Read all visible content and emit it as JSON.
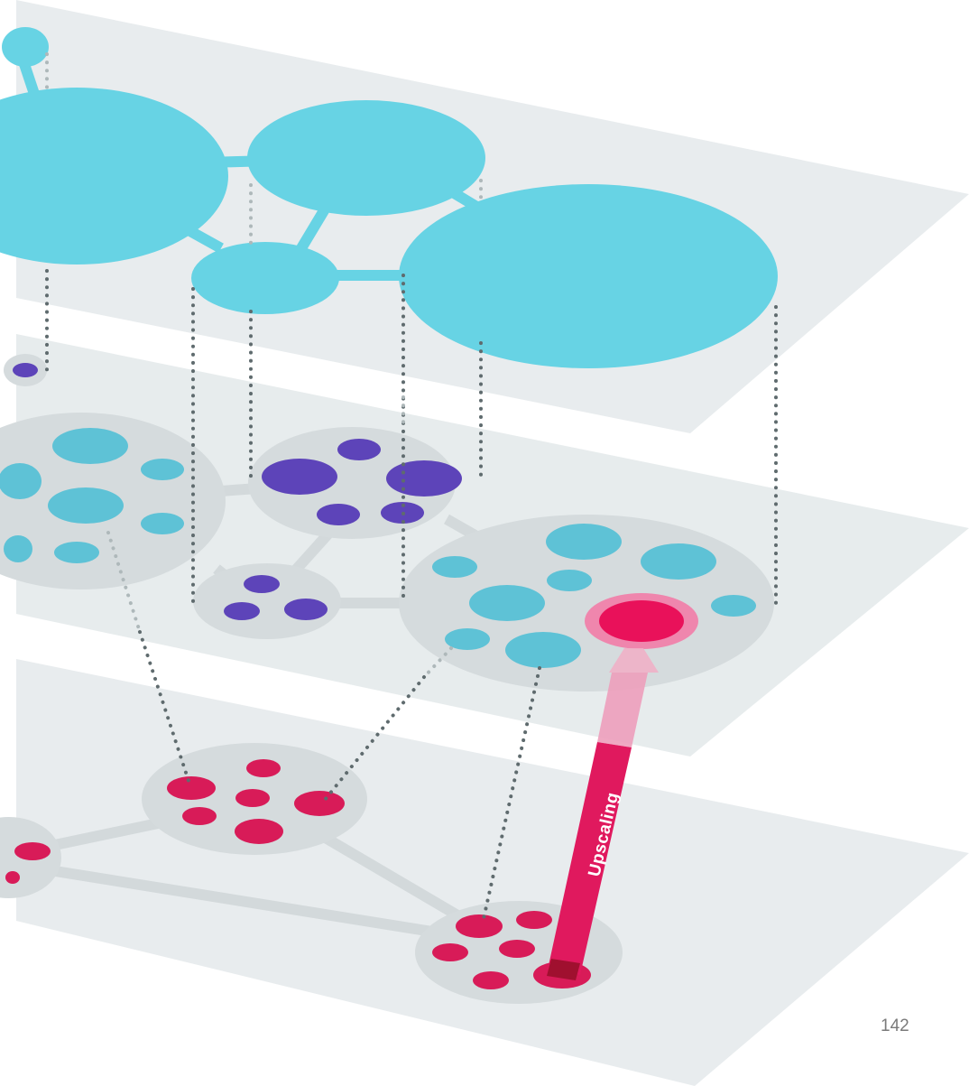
{
  "page": {
    "number": "142"
  },
  "diagram": {
    "arrow_label": "Upscaling",
    "colors": {
      "plane": "#e7ebec",
      "cluster": "#d4dadb",
      "top_node": "#67d3e4",
      "mid_node": "#5ec2d6",
      "purple_node": "#5d44b9",
      "red_node": "#d81b58",
      "highlight_node": "#e9115a",
      "highlight_ring": "#ef86ad",
      "connector_dots": "#5f6b6e",
      "arrow": "#e0195e"
    },
    "icons": [
      "upscaling-arrow"
    ]
  }
}
